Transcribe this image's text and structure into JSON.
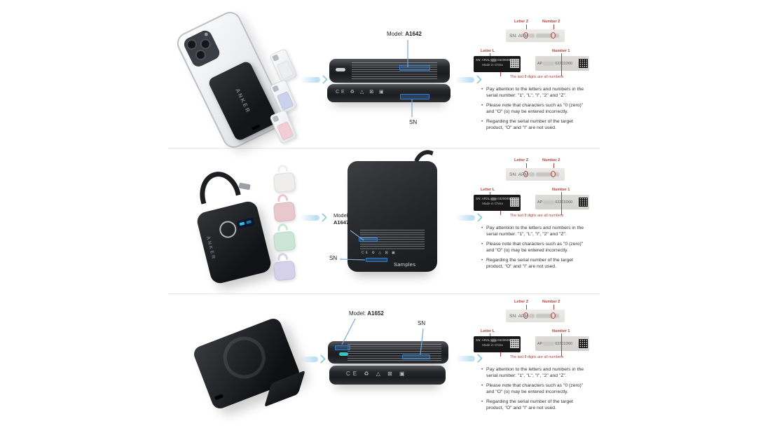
{
  "page": {
    "background": "#ffffff"
  },
  "brand": "ANKER",
  "accent": {
    "highlight_blue": "#2e7fd0",
    "leader_blue": "#7aa7d6",
    "annotation_red": "#b0413e",
    "arrow_blue": "#bfe0f3"
  },
  "cert_marks": "CE ♻ △ ⊠ ▣",
  "rows": [
    {
      "model_label": "Model:",
      "model": "A1642",
      "sn_label": "SN",
      "variants": [
        {
          "name": "silver",
          "color": "#eceef0"
        },
        {
          "name": "blue",
          "color": "#c9d2ea"
        },
        {
          "name": "pink",
          "color": "#f3cdd5"
        }
      ]
    },
    {
      "model_label": "Model:",
      "model": "A1647",
      "sn_label": "SN",
      "watermark": "Samples",
      "variants": [
        {
          "name": "white",
          "color": "#efeeec"
        },
        {
          "name": "pink",
          "color": "#e8c8cd"
        },
        {
          "name": "mint",
          "color": "#cbe6d6"
        },
        {
          "name": "purple",
          "color": "#d5d1eb"
        }
      ]
    },
    {
      "model_label": "Model:",
      "model": "A1652",
      "sn_label": "SN",
      "variants": []
    }
  ],
  "sn_guide": {
    "strip": {
      "prefix": "SN:",
      "visible": "APM",
      "letter_annotation": "Letter Z",
      "number_annotation": "Number 2"
    },
    "dark_label": {
      "sn_prefix": "SN: AR2L",
      "sn_suffix": "03200454",
      "origin": "Made in China",
      "annotation": "Letter L"
    },
    "light_label": {
      "sn_prefix": "AP",
      "sn_mid": "0220",
      "digit": "1",
      "sn_end": "D60",
      "annotation": "Number 1"
    },
    "note": "The last 8 digits are all numbers",
    "bullets": [
      "Pay attention to the letters and numbers in the serial number: \"1\", \"L\", \"I\", \"2\" and \"Z\".",
      "Please note that characters such as \"0 (zero)\" and \"O\" (o) may be entered incorrectly.",
      "Regarding the serial number of the target product, \"O\" and \"I\" are not used."
    ]
  }
}
